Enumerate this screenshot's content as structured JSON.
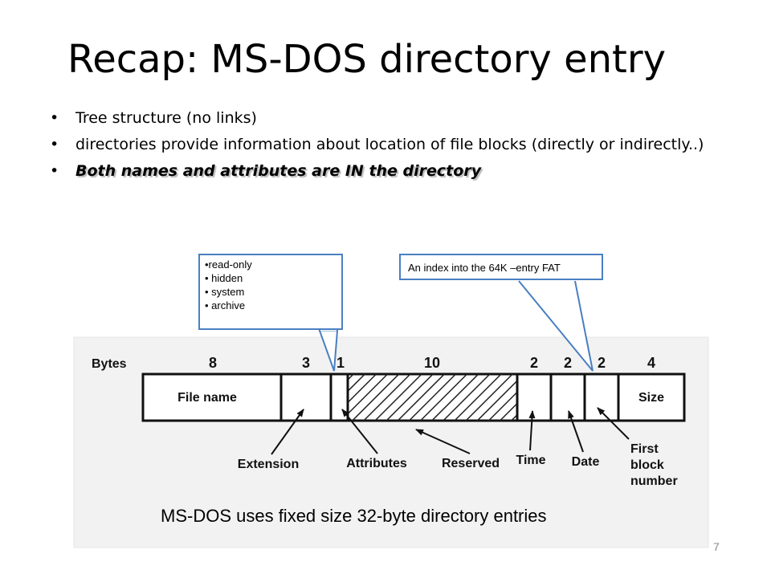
{
  "slide": {
    "title": "Recap: MS-DOS directory entry",
    "bullets": [
      {
        "marker": "•",
        "text": "Tree structure (no links)"
      },
      {
        "marker": "•",
        "text": " directories provide information about location of file blocks (directly or indirectly..)"
      },
      {
        "marker": "•",
        "text": " Both names and attributes are IN the directory"
      }
    ],
    "callout_attributes": {
      "items": [
        "•read-only",
        "• hidden",
        "• system",
        "• archive"
      ]
    },
    "callout_index": {
      "text": "An index into the 64K –entry FAT"
    },
    "diagram": {
      "bytes_label": "Bytes",
      "byte_counts": [
        "8",
        "3",
        "1",
        "10",
        "2",
        "2",
        "2",
        "4"
      ],
      "field_labels": [
        "File name",
        "Size"
      ],
      "bottom_labels": [
        "Extension",
        "Attributes",
        "Reserved",
        "Time",
        "Date",
        "First",
        "block",
        "number"
      ]
    },
    "caption": "MS-DOS uses fixed size 32-byte directory entries",
    "page_number": "7"
  }
}
